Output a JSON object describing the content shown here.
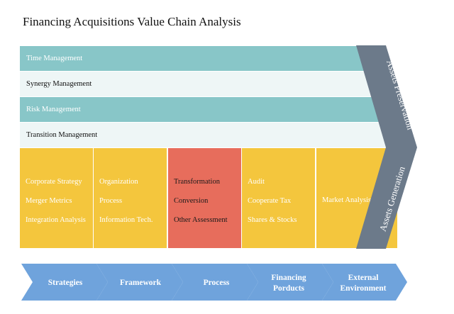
{
  "title": "Financing Acquisitions Value Chain Analysis",
  "rows": [
    {
      "label": "Time Management"
    },
    {
      "label": "Synergy Management"
    },
    {
      "label": "Risk Management"
    },
    {
      "label": "Transition Management"
    }
  ],
  "columns": [
    {
      "items": [
        "Corporate Strategy",
        "Merger Metrics",
        "Integration Analysis"
      ]
    },
    {
      "items": [
        "Organization",
        "Process",
        "Information Tech."
      ]
    },
    {
      "items": [
        "Transformation",
        "Conversion",
        "Other Assessment"
      ]
    },
    {
      "items": [
        "Audit",
        "Cooperate Tax",
        "Shares & Stocks"
      ]
    },
    {
      "items": [
        "Market Analysis"
      ]
    }
  ],
  "arrow_bands": {
    "upper": "Assets Preservation",
    "lower": "Assets Generation"
  },
  "chevrons": [
    {
      "line1": "Strategies",
      "line2": ""
    },
    {
      "line1": "Framework",
      "line2": ""
    },
    {
      "line1": "Process",
      "line2": ""
    },
    {
      "line1": "Financing",
      "line2": "Porducts"
    },
    {
      "line1": "External",
      "line2": "Environment"
    }
  ],
  "colors": {
    "teal": "#88c6c8",
    "pale": "#eef6f6",
    "yellow": "#f4c63d",
    "red": "#e76d5c",
    "slate": "#6c7a8a",
    "chevron_blue": "#6fa3dc"
  }
}
